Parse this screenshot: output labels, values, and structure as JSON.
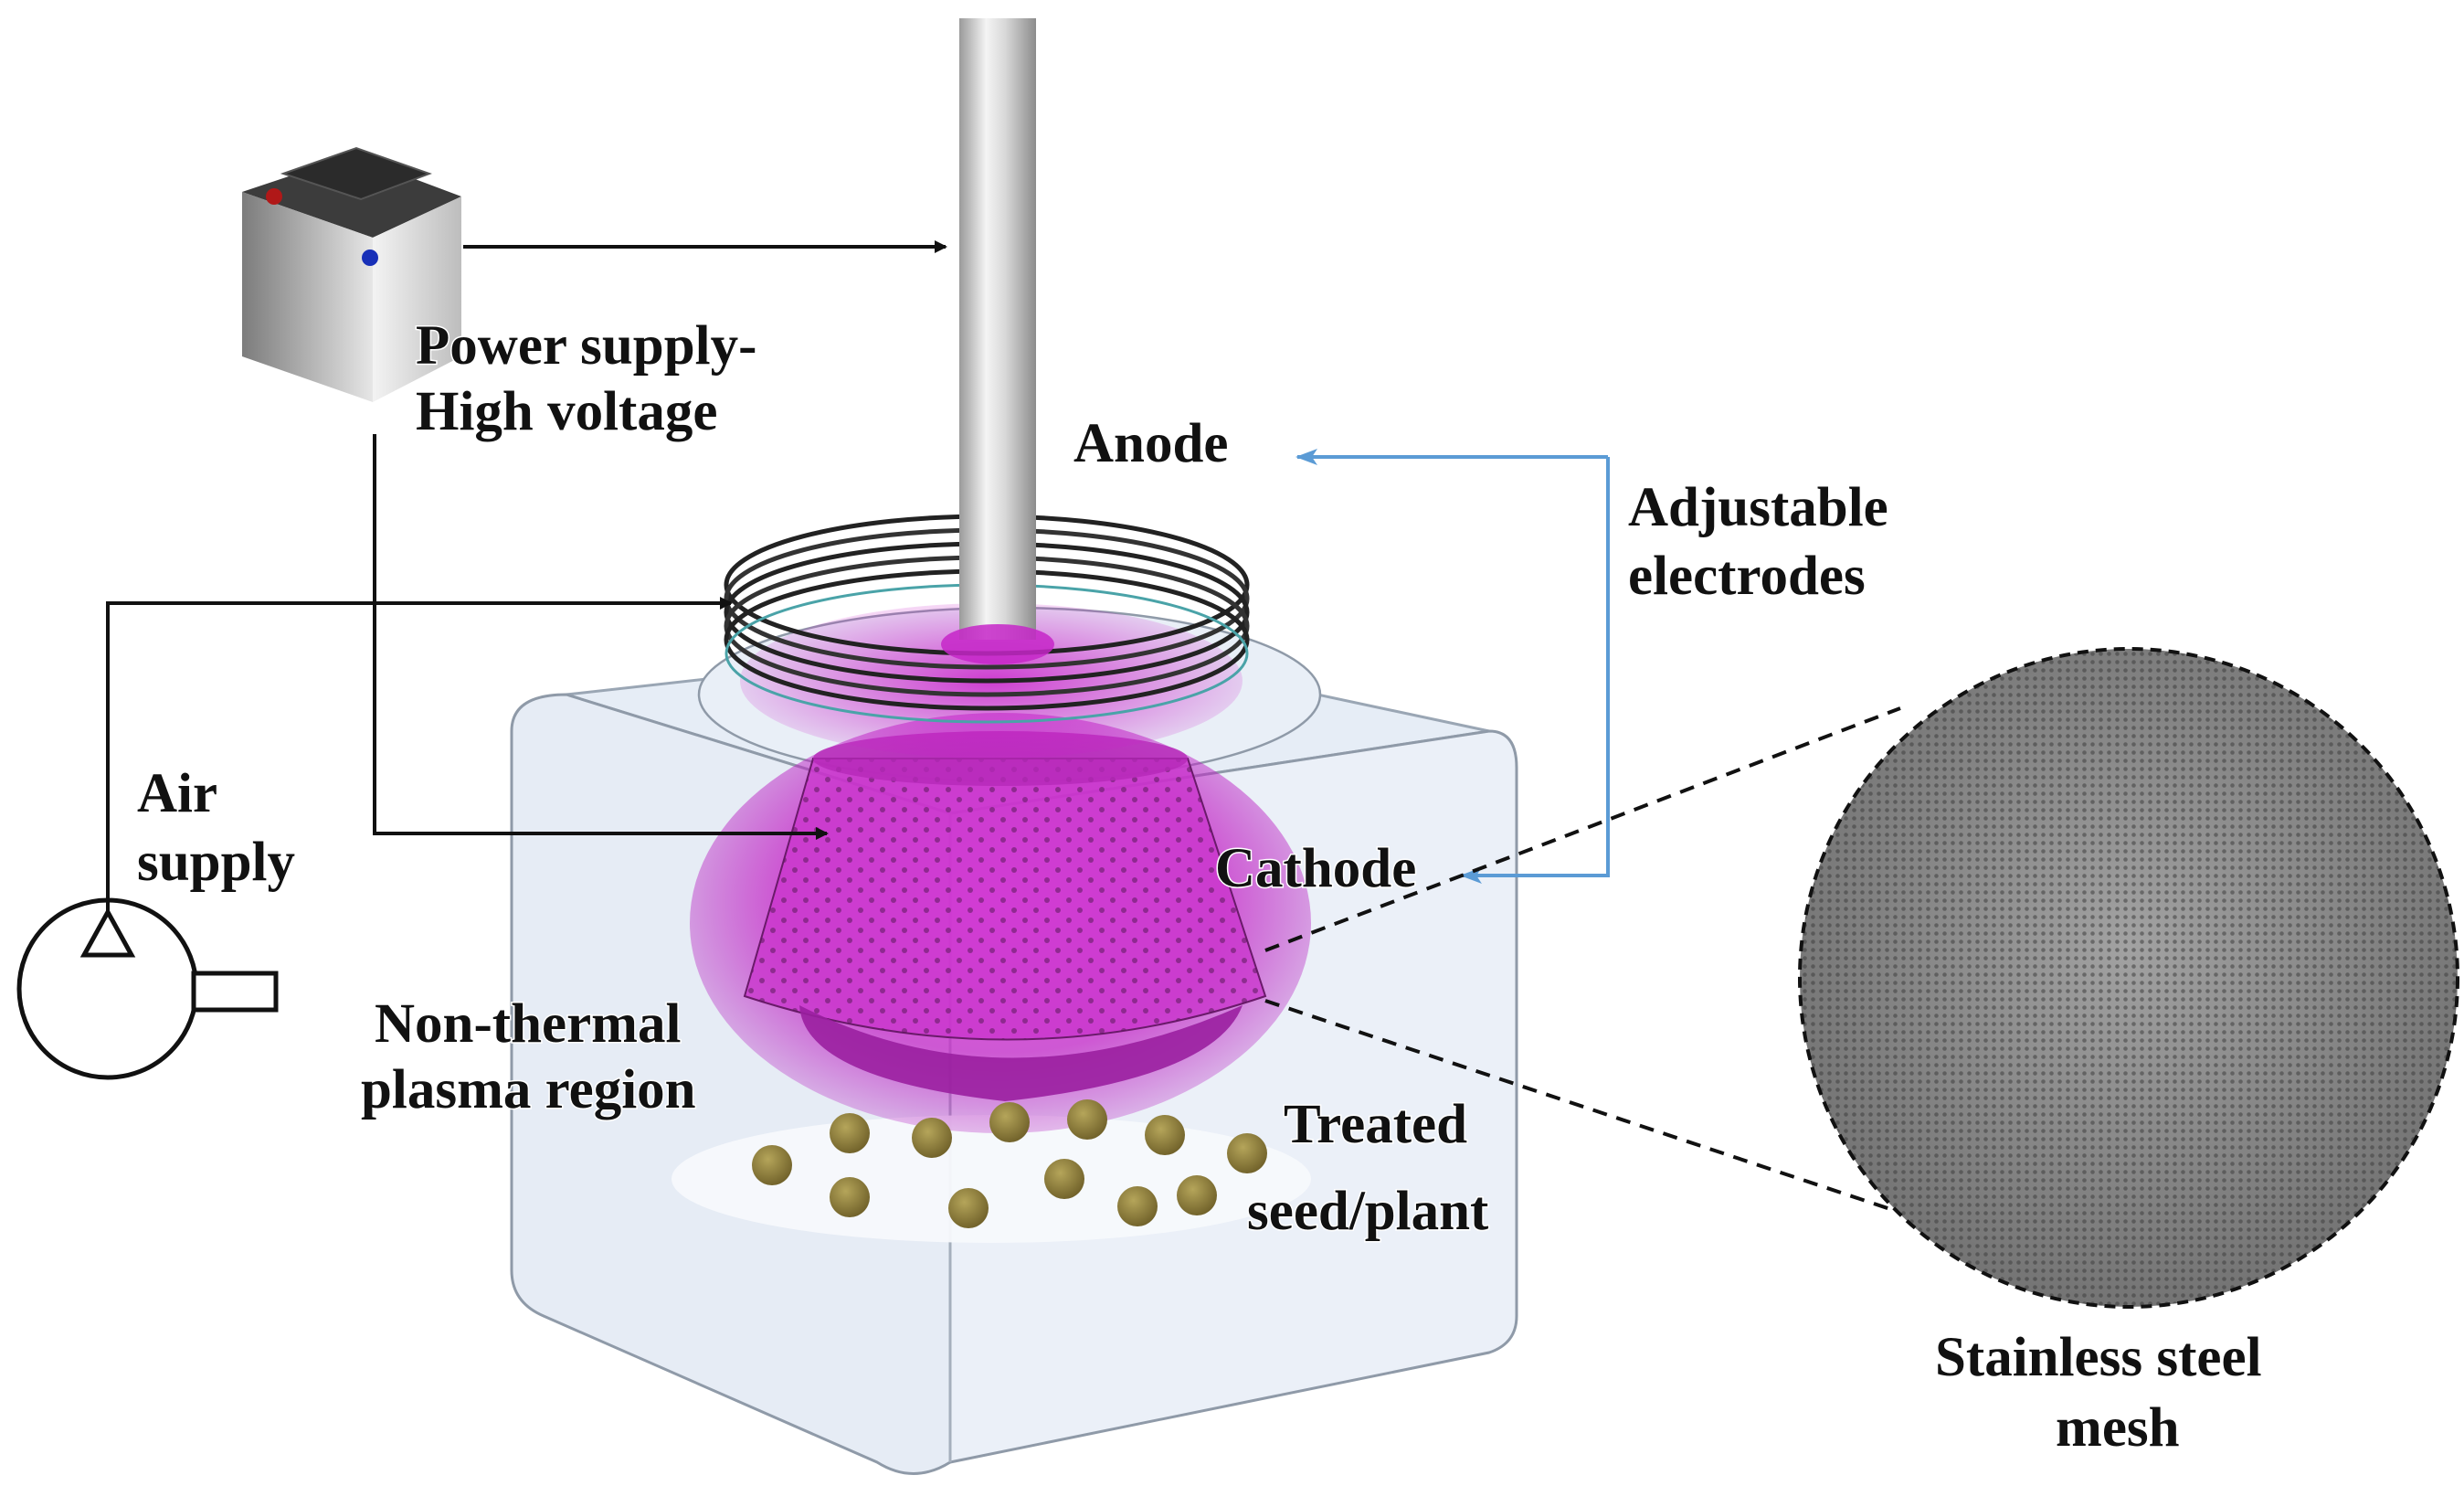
{
  "labels": {
    "power_supply_line1": "Power supply-",
    "power_supply_line2": "High voltage",
    "anode": "Anode",
    "adjustable_line1": "Adjustable",
    "adjustable_line2": "electrodes",
    "air_supply_line1": "Air",
    "air_supply_line2": "supply",
    "cathode": "Cathode",
    "plasma_line1": "Non-thermal",
    "plasma_line2": "plasma region",
    "treated_line1": "Treated",
    "treated_line2": "seed/plant",
    "mesh_line1": "Stainless steel",
    "mesh_line2": "mesh"
  },
  "colors": {
    "plasma": "#d12bd1",
    "plasma_core": "#e040e8",
    "electrode_arrow": "#5b9bd5",
    "wire": "#111111",
    "seed": "#8a7a3a",
    "battery_terminal_positive": "#b01818",
    "battery_terminal_negative": "#1830b8",
    "chamber": "#dfe8f3"
  }
}
